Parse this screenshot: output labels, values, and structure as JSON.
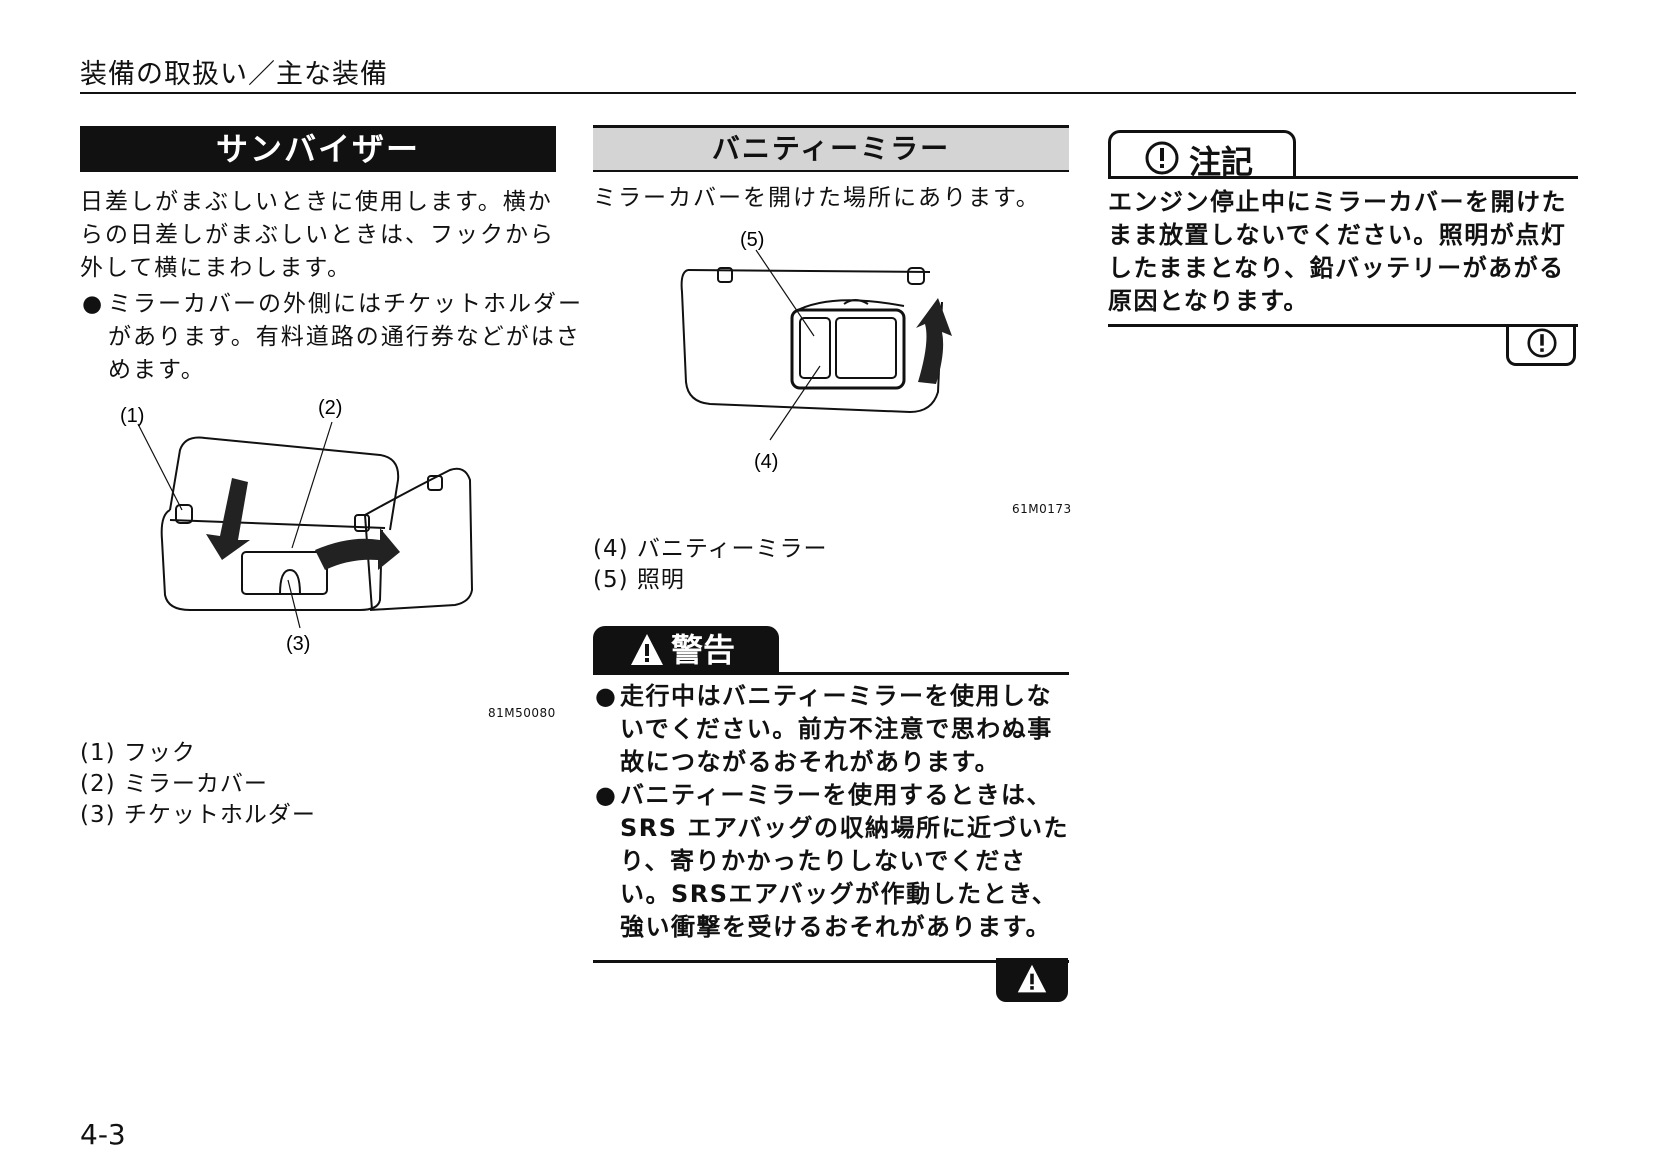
{
  "header": {
    "title": "装備の取扱い／主な装備"
  },
  "sunvisor": {
    "title": "サンバイザー",
    "body": "日差しがまぶしいときに使用します。横からの日差しがまぶしいときは、フックから外して横にまわします。",
    "bullet": "ミラーカバーの外側にはチケットホルダーがあります。有料道路の通行券などがはさめます。",
    "figure_code": "81M50080",
    "callouts": [
      "(1)",
      "(2)",
      "(3)"
    ],
    "captions": [
      "(1) フック",
      "(2) ミラーカバー",
      "(3) チケットホルダー"
    ]
  },
  "vanity_mirror": {
    "title": "バニティーミラー",
    "body": "ミラーカバーを開けた場所にあります。",
    "figure_code": "61M0173",
    "callouts": [
      "(5)",
      "(4)"
    ],
    "captions": [
      "(4) バニティーミラー",
      "(5) 照明"
    ]
  },
  "warning": {
    "label": "警告",
    "bullets": [
      "走行中はバニティーミラーを使用しないでください。前方不注意で思わぬ事故につながるおそれがあります。",
      "バニティーミラーを使用するときは、SRS エアバッグの収納場所に近づいたり、寄りかかったりしないでください。SRSエアバッグが作動したとき、強い衝撃を受けるおそれがあります。"
    ]
  },
  "note": {
    "label": "注記",
    "body": "エンジン停止中にミラーカバーを開けたまま放置しないでください。照明が点灯したままとなり、鉛バッテリーがあがる原因となります。"
  },
  "page_number": "4-3",
  "icons": {
    "bullet": "●",
    "warning_icon": "warning-triangle-icon",
    "note_icon": "exclamation-circle-icon"
  }
}
